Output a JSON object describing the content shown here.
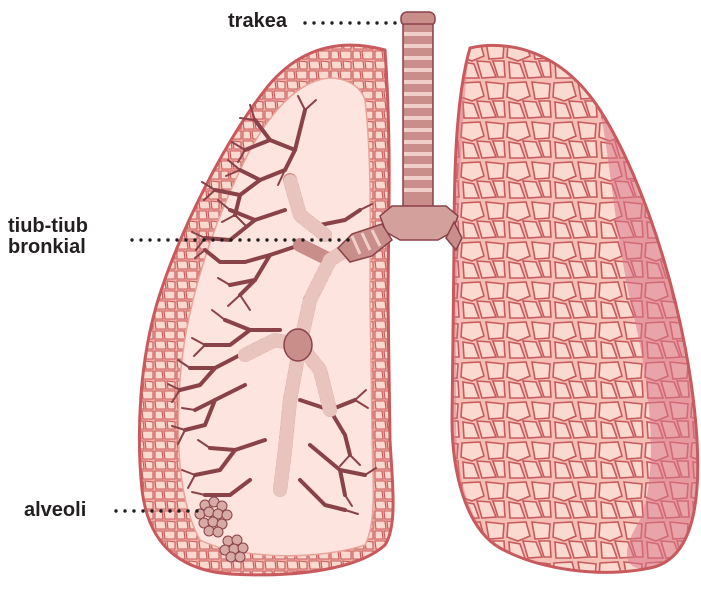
{
  "labels": {
    "trachea": "trakea",
    "bronchi_line1": "tiub-tiub",
    "bronchi_line2": "bronkial",
    "alveoli": "alveoli"
  },
  "colors": {
    "lung_outline": "#c85a5e",
    "lung_fill": "#f7c0b6",
    "lung_inner": "#fde4de",
    "lung_shade": "#d9788a",
    "bronchi": "#8a4249",
    "trachea": "#d49a96",
    "trachea_ring": "#e9c3bd",
    "alveoli": "#c99898",
    "leader": "#231f20"
  },
  "icons": {
    "left_lung": "left-lung-icon",
    "right_lung": "right-lung-icon",
    "trachea": "trachea-icon",
    "bronchial_tree": "bronchial-tree-icon",
    "alveoli_cluster": "alveoli-cluster-icon"
  }
}
